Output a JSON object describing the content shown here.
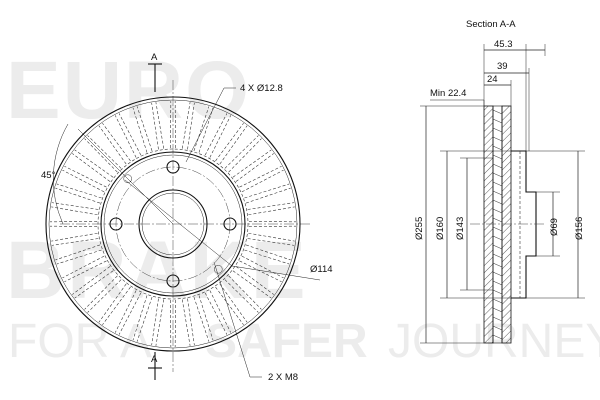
{
  "watermark": {
    "line1": "EURO",
    "line2": "BRAKE",
    "tagline_prefix": "FOR A",
    "tagline_bold": "SAFER",
    "tagline_suffix": "JOURNEY"
  },
  "front_view": {
    "section_marker": "A",
    "bolt_hole_callout": "4 X Ø12.8",
    "thread_callout": "2 X M8",
    "pcd_label": "Ø114",
    "angle_label": "45°",
    "vane_count": 40,
    "bolt_hole_count": 4
  },
  "section_view": {
    "title": "Section A-A",
    "min_thickness": "Min 22.4",
    "dims_horizontal": [
      "45.3",
      "39",
      "24"
    ],
    "dims_vertical": [
      "Ø255",
      "Ø160",
      "Ø143",
      "Ø69",
      "Ø156"
    ]
  }
}
